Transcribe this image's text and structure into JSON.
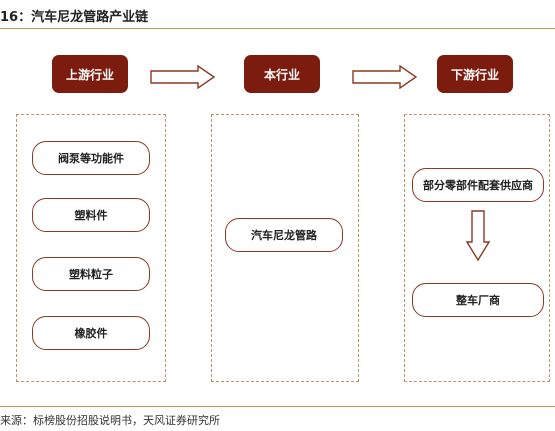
{
  "figure": {
    "title": "16：汽车尼龙管路产业链",
    "source": "来源：标榜股份招股说明书，天风证券研究所"
  },
  "upstream": {
    "header": "上游行业",
    "items": [
      "阀泵等功能件",
      "塑料件",
      "塑料粒子",
      "橡胶件"
    ]
  },
  "industry": {
    "header": "本行业",
    "item": "汽车尼龙管路"
  },
  "downstream": {
    "header": "下游行业",
    "item_top": "部分零部件配套供应商",
    "item_bottom": "整车厂商"
  },
  "colors": {
    "header_fill": "#7b1c0f",
    "accent_line": "#c8905a",
    "pill_border": "#8a3a24"
  }
}
